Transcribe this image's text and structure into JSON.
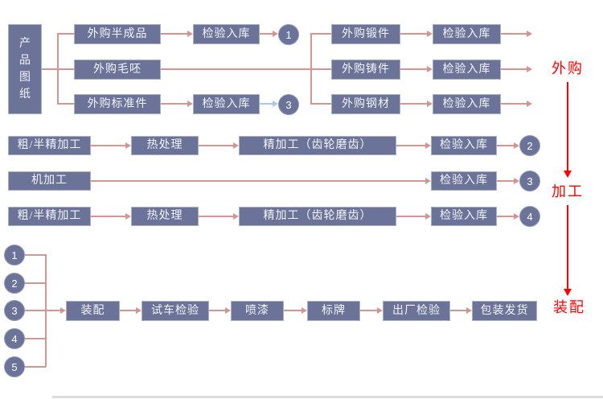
{
  "colors": {
    "box_fill": "#6b7399",
    "box_border": "#aab0c4",
    "box_text": "#f4f4f8",
    "line": "#d49492",
    "line_blue": "#abc8e8",
    "stage_red": "#ff0000",
    "page_edge": "#dcdcdc"
  },
  "nodes": {
    "source": "产品图纸",
    "buy_semi": "外购半成品",
    "buy_blank": "外购毛呸",
    "buy_standard": "外购标准件",
    "inspect_store": "检验入库",
    "buy_forging": "外购锻件",
    "buy_casting": "外购铸件",
    "buy_steel": "外购钢材",
    "rough_semifinish": "粗/半精加工",
    "heat_treat": "热处理",
    "finish_grind": "精加工（齿轮磨齿）",
    "machining": "机加工",
    "assemble": "装配",
    "test_run": "试车检验",
    "paint": "喷漆",
    "nameplate": "标牌",
    "final_inspect": "出厂检验",
    "pack_ship": "包装发货"
  },
  "stages": {
    "purchase": "外购",
    "process": "加工",
    "assembly": "装配"
  },
  "connectors": {
    "n1": "1",
    "n2": "2",
    "n3": "3",
    "n4": "4",
    "n5": "5"
  }
}
